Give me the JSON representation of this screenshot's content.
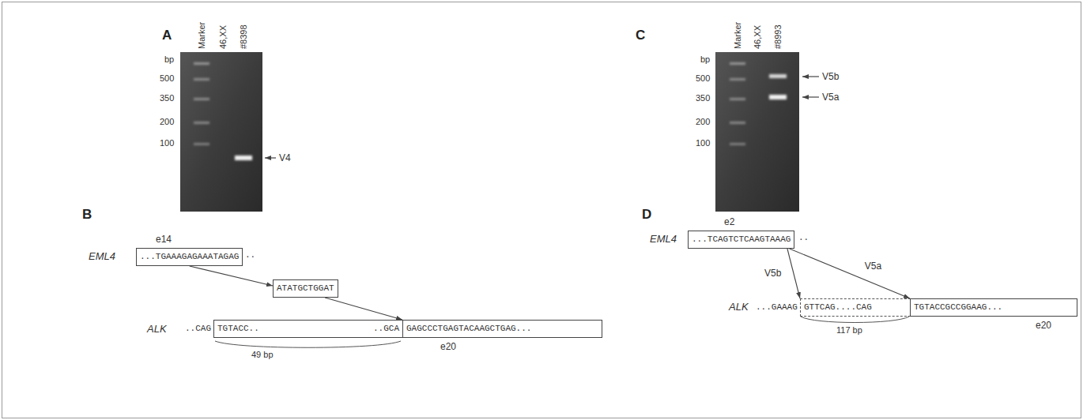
{
  "diagram": {
    "nodes": [
      {
        "text": [
          "e14",
          "...TGAAAGAGAAATAGAG"
        ]
      },
      {
        "text": [
          "ATATGCTGGAT"
        ]
      },
      {
        "text": [
          "TGTACC..",
          "..GCA",
          "GAGCCCTGAGTACAAGCTGAG...",
          "e20"
        ]
      },
      {
        "text": [
          "e2",
          "...TCAGTCTCAAGTAAAG"
        ]
      },
      {
        "text": [
          "GTTCAG....CAG"
        ]
      },
      {
        "text": [
          "TGTACCGCCGGAAG...",
          "e20"
        ]
      }
    ],
    "edges": [
      {
        "from": 0,
        "to": 1,
        "arrow": "to"
      },
      {
        "from": 1,
        "to": 2,
        "arrow": "to"
      },
      {
        "from": 3,
        "to": 4,
        "arrow": "to",
        "label": "V5b"
      },
      {
        "from": 3,
        "to": 5,
        "arrow": "to",
        "label": "V5a"
      }
    ],
    "labels": [
      "A",
      "Marker",
      "46,XX",
      "#8398",
      "bp",
      "500",
      "350",
      "200",
      "100",
      "V4",
      "B",
      "EML4",
      "..",
      "ALK",
      "..CAG",
      "49 bp",
      "C",
      "Marker",
      "46,XX",
      "#8993",
      "bp",
      "500",
      "350",
      "200",
      "100",
      "V5b",
      "V5a",
      "D",
      "EML4",
      "..",
      "ALK",
      "...GAAAG",
      "117 bp"
    ]
  }
}
